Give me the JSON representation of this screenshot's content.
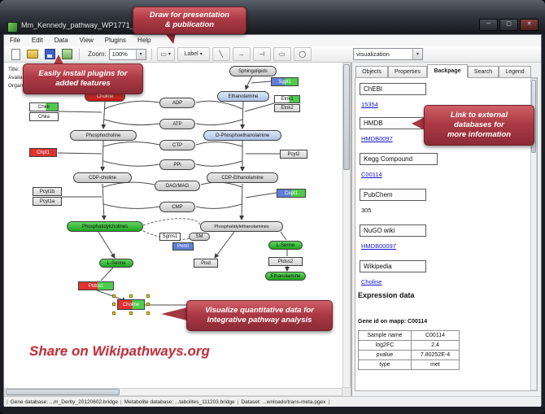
{
  "window": {
    "title": "Mm_Kennedy_pathway_WP1771_45176.gpml",
    "minimize": "─",
    "maximize": "▢",
    "close": "✕"
  },
  "menu": {
    "items": [
      "File",
      "Edit",
      "Data",
      "View",
      "Plugins",
      "Help"
    ]
  },
  "toolbar": {
    "zoom_label": "Zoom:",
    "zoom_value": "100%",
    "datanode_tool": "▭",
    "label_tool": "Label",
    "line_tool": "╲",
    "arrow_tool": "→",
    "tbar_tool": "⊣",
    "rect_tool": "▭",
    "oval_tool": "◯",
    "visualization_value": "visualization"
  },
  "canvas_info": {
    "line1": "Title:",
    "line2": "Availab",
    "line3": "Organis"
  },
  "pathway": {
    "nodes": [
      {
        "label": "Sphingolipids"
      },
      {
        "label": "Sgpl1"
      },
      {
        "label": "Choline"
      },
      {
        "label": "Chkb"
      },
      {
        "label": "Chka"
      },
      {
        "label": "ADP"
      },
      {
        "label": "Ethanolamine"
      },
      {
        "label": "Etnk1"
      },
      {
        "label": "Etnk2"
      },
      {
        "label": "ATP"
      },
      {
        "label": "Phosphocholine"
      },
      {
        "label": "O-Phosphoethanolamine"
      },
      {
        "label": "CTP"
      },
      {
        "label": "Chpt1"
      },
      {
        "label": "Pcyt2"
      },
      {
        "label": "PPi"
      },
      {
        "label": "CDP-choline"
      },
      {
        "label": "CDP-Ethanolamine"
      },
      {
        "label": "Pcyt1b"
      },
      {
        "label": "Pcyt1a"
      },
      {
        "label": "DAG/MAG"
      },
      {
        "label": "Cept1"
      },
      {
        "label": "CMP"
      },
      {
        "label": "Phosphatidylcholines"
      },
      {
        "label": "Phosphatidylethanolamines"
      },
      {
        "label": "Sgms1"
      },
      {
        "label": "SM"
      },
      {
        "label": "Pemt"
      },
      {
        "label": "Pisd"
      },
      {
        "label": "L-Serine"
      },
      {
        "label": "Ptdss2"
      },
      {
        "label": "Ethanolamine"
      },
      {
        "label": "L-Serine"
      },
      {
        "label": "Ptdss1"
      },
      {
        "label": "Choline"
      }
    ]
  },
  "panel": {
    "tabs": [
      "Objects",
      "Properties",
      "Backpage",
      "Search",
      "Legend"
    ],
    "sections": [
      {
        "header": "ChEBI",
        "value": "15354"
      },
      {
        "header": "HMDB",
        "value": "HMDB0097"
      },
      {
        "header": "Kegg Compound",
        "value": "C00114"
      },
      {
        "header": "PubChem",
        "value": "305"
      },
      {
        "header": "NuGO wiki",
        "value": "HMDB00097"
      },
      {
        "header": "Wikipedia",
        "value": "Choline"
      }
    ],
    "expression_title": "Expression data",
    "gene_id_line": "Gene id on mapp: C00114",
    "table": {
      "rows": [
        [
          "Sample name",
          "C00114"
        ],
        [
          "log2FC",
          "2.4"
        ],
        [
          "pvalue",
          "7.80252E-4"
        ],
        [
          "type",
          "met"
        ]
      ]
    }
  },
  "statusbar": {
    "gene_db": "Gene database: ...m_Derby_20120602.bridge",
    "metabolite_db": "Metabolite database: ...tabolites_111203.bridge",
    "dataset": "Dataset: ...wnloads/trans-meta.pgex"
  },
  "callouts": {
    "top_line1": "Draw for presentation",
    "top_line2": "& publication",
    "left_line1": "Easily install plugins for",
    "left_line2": "added features",
    "right_line1": "Link  to external",
    "right_line2": "databases  for",
    "right_line3": "more information",
    "bottom_line1": "Visualize quantitative data  for",
    "bottom_line2": "integrative pathway analysis",
    "share": "Share on Wikipathways.org"
  }
}
